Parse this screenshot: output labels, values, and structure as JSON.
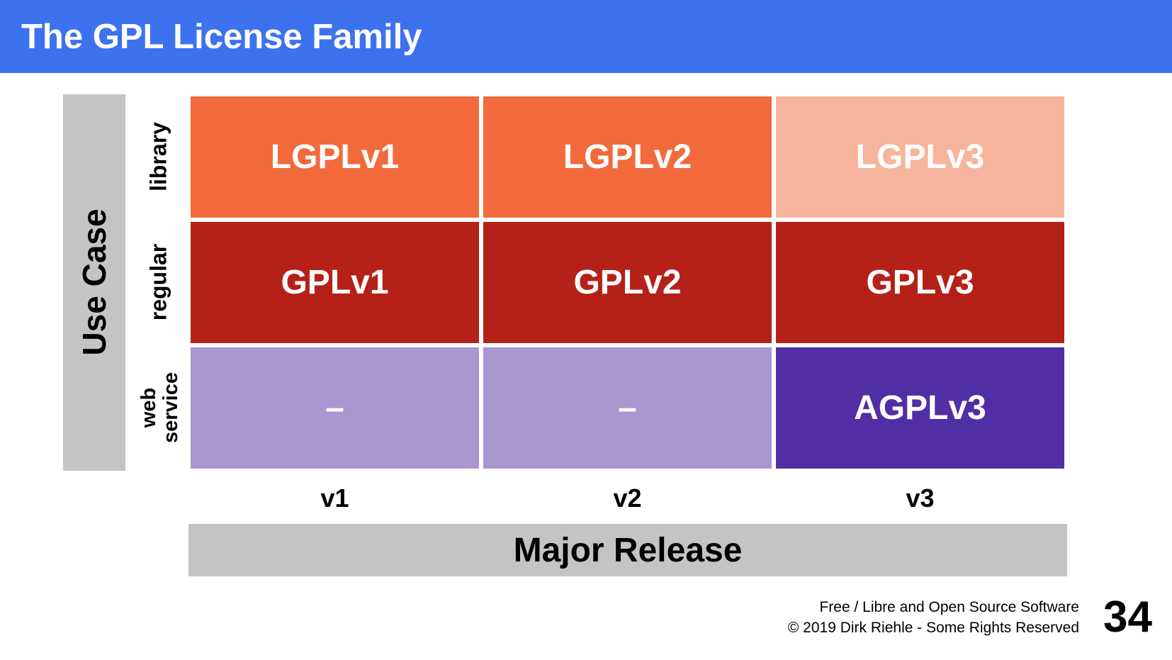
{
  "header": {
    "title": "The GPL License Family"
  },
  "diagram": {
    "vertical_axis_title": "Use Case",
    "horizontal_axis_title": "Major Release",
    "rows": [
      {
        "label_lines": [
          "library"
        ],
        "bold": true
      },
      {
        "label_lines": [
          "regular"
        ]
      },
      {
        "label_lines": [
          "web",
          "service"
        ]
      }
    ],
    "columns": [
      "v1",
      "v2",
      "v3"
    ],
    "cells": [
      [
        {
          "text": "LGPLv1",
          "color": "#f26a3c"
        },
        {
          "text": "LGPLv2",
          "color": "#f26a3c"
        },
        {
          "text": "LGPLv3",
          "color": "#f7b49c"
        }
      ],
      [
        {
          "text": "GPLv1",
          "color": "#b52118"
        },
        {
          "text": "GPLv2",
          "color": "#b52118"
        },
        {
          "text": "GPLv3",
          "color": "#b52118"
        }
      ],
      [
        {
          "text": "–",
          "color": "#a897d0"
        },
        {
          "text": "–",
          "color": "#a897d0"
        },
        {
          "text": "AGPLv3",
          "color": "#512ea3"
        }
      ]
    ]
  },
  "footer": {
    "line1": "Free / Libre and Open Source Software",
    "line2": "© 2019 Dirk Riehle - Some Rights Reserved",
    "page_number": "34"
  },
  "colors": {
    "header_bg": "#3d72ef",
    "axis_bar_bg": "#c4c4c4"
  }
}
